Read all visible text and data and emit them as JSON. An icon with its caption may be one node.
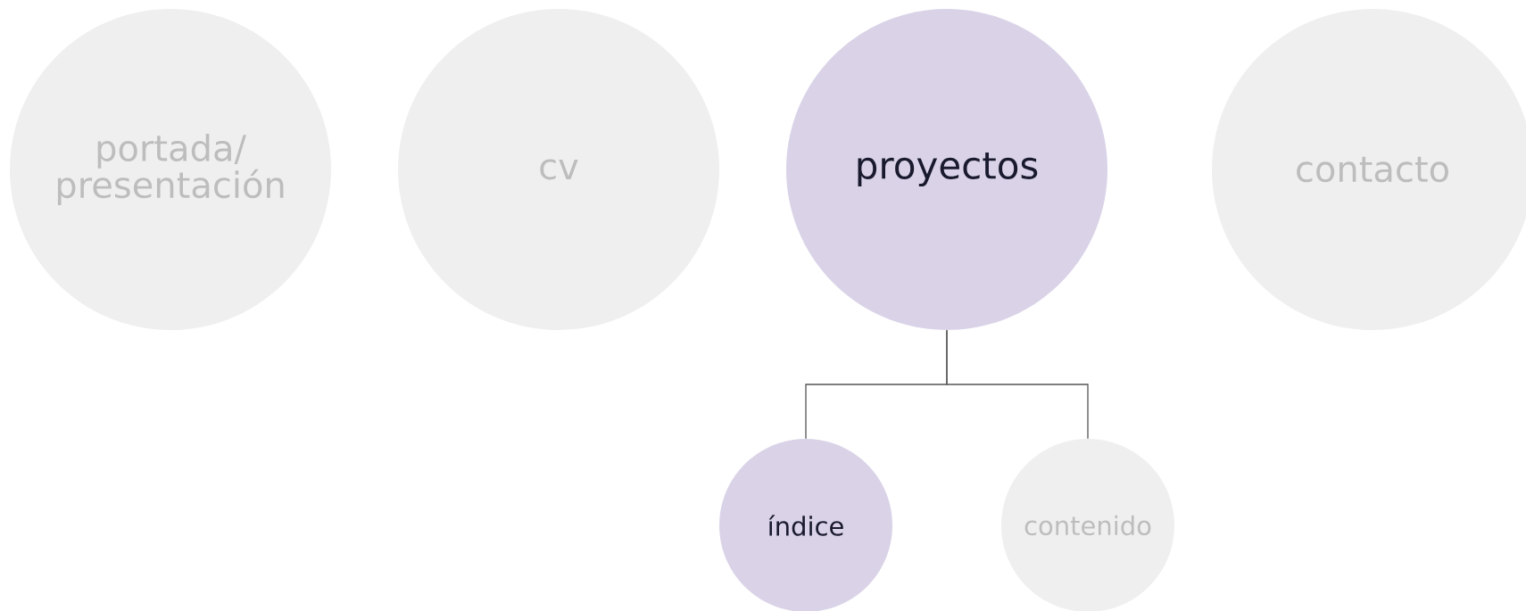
{
  "diagram": {
    "nodes": [
      {
        "text": [
          "portada/ presentación"
        ]
      },
      {
        "text": [
          "cv"
        ]
      },
      {
        "text": [
          "proyectos"
        ]
      },
      {
        "text": [
          "contacto"
        ]
      },
      {
        "text": [
          "índice"
        ]
      },
      {
        "text": [
          "contenido"
        ]
      }
    ],
    "edges": [
      {
        "from": 2,
        "to": 4,
        "arrow": "none"
      },
      {
        "from": 2,
        "to": 5,
        "arrow": "none"
      }
    ]
  }
}
